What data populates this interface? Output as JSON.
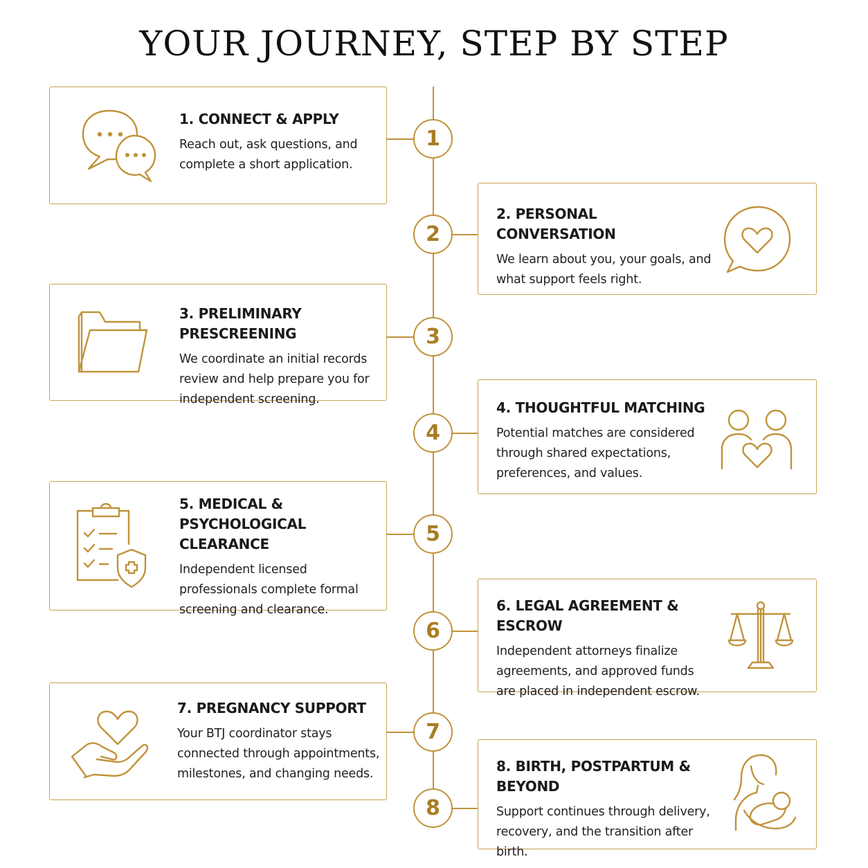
{
  "title": "YOUR JOURNEY, STEP BY STEP",
  "steps": [
    {
      "number": "1",
      "title": "1. CONNECT & APPLY",
      "description": "Reach out, ask questions, and complete a short application.",
      "icon": "chat-bubbles-icon"
    },
    {
      "number": "2",
      "title": "2. PERSONAL CONVERSATION",
      "description": "We learn about you, your goals, and what support feels right.",
      "icon": "heart-speech-bubble-icon"
    },
    {
      "number": "3",
      "title": "3. PRELIMINARY PRESCREENING",
      "description": "We coordinate an initial records review and help prepare you for independent screening.",
      "icon": "folder-icon"
    },
    {
      "number": "4",
      "title": "4. THOUGHTFUL MATCHING",
      "description": "Potential matches are considered through shared expectations, preferences, and values.",
      "icon": "people-heart-icon"
    },
    {
      "number": "5",
      "title": "5. MEDICAL & PSYCHOLOGICAL CLEARANCE",
      "description": "Independent licensed professionals complete formal screening and clearance.",
      "icon": "clipboard-shield-icon"
    },
    {
      "number": "6",
      "title": "6. LEGAL AGREEMENT & ESCROW",
      "description": "Independent attorneys finalize agreements, and approved funds are placed in independent escrow.",
      "icon": "scales-icon"
    },
    {
      "number": "7",
      "title": "7. PREGNANCY SUPPORT",
      "description": "Your BTJ coordinator stays connected through appointments, milestones, and changing needs.",
      "icon": "hand-heart-icon"
    },
    {
      "number": "8",
      "title": "8. BIRTH, POSTPARTUM & BEYOND",
      "description": "Support continues through delivery, recovery, and the transition after birth.",
      "icon": "mother-baby-icon"
    }
  ],
  "colors": {
    "accent": "#c0933b",
    "number": "#a97d25",
    "text": "#1c1c1c"
  }
}
